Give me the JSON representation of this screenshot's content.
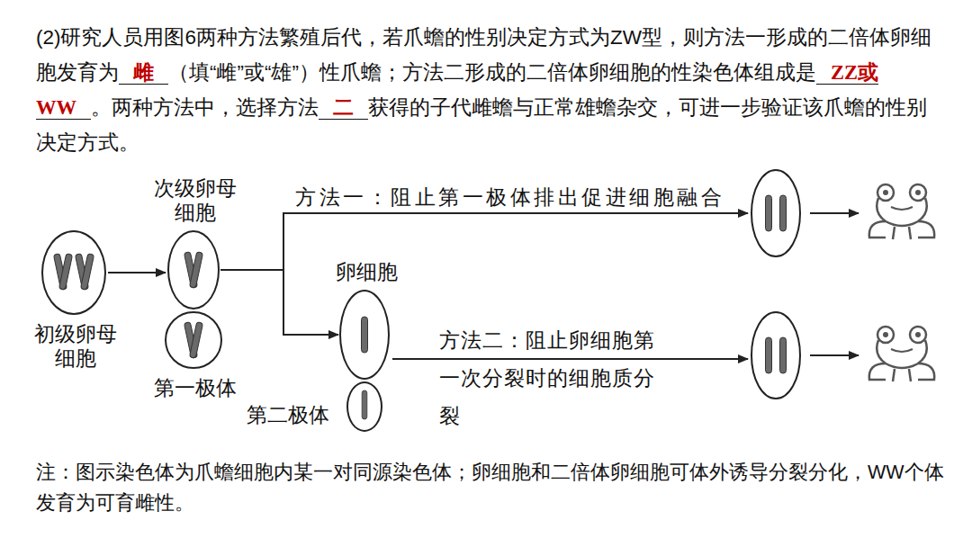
{
  "diagram": {
    "nodes": [
      {
        "text": [
          "初级卵母细胞"
        ]
      },
      {
        "text": [
          "次级卵母细胞"
        ]
      },
      {
        "text": [
          "第一极体"
        ]
      },
      {
        "text": [
          "卵细胞"
        ]
      },
      {
        "text": [
          "第二极体"
        ]
      }
    ],
    "edges": [
      {
        "from": 0,
        "to": 1,
        "arrow": "to"
      },
      {
        "from": 1,
        "to": 3,
        "arrow": "to"
      }
    ],
    "labels": [
      "(2)研究人员用图6两种方法繁殖后代，若爪蟾的性别决定方式为ZW型，则方法一形成的二倍体卵细胞发育为",
      "雌",
      "（填“雌”或“雄”）性爪蟾；方法二形成的二倍体卵细胞的性染色体组成是",
      "ZZ或WW",
      "。两种方法中，选择方法",
      "二",
      "获得的子代雌蟾与正常雄蟾杂交，可进一步验证该爪蟾的性别决定方式。",
      "方法一：阻止第一极体排出促进细胞融合",
      "方法二：阻止卵细胞第一次分裂时的细胞质分裂",
      "注：图示染色体为爪蟾细胞内某一对同源染色体；卵细胞和二倍体卵细胞可体外诱导分裂分化，WW个体发育为可育雌性。"
    ]
  }
}
